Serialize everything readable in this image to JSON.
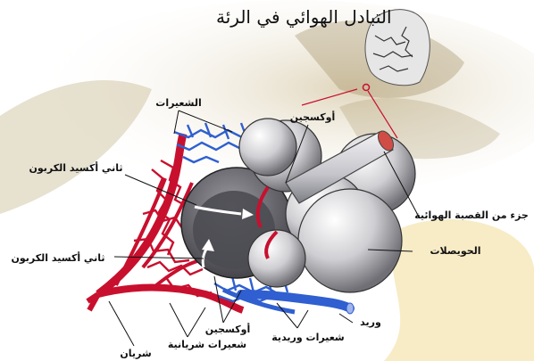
{
  "title": "التبادل الهوائي في الرئة",
  "labels": {
    "capillaries": "الشعيرات",
    "oxygen_top": "أوكسجين",
    "co2_upper": "ثاني أكسيد الكربون",
    "co2_lower": "ثاني أكسيد الكربون",
    "bronchiole": "جزء من القصبة الهوائية",
    "alveoli": "الحويصلات",
    "vein": "وريد",
    "venules": "شعيرات وريدية",
    "oxygen_bottom": "أوكسجين",
    "arterioles": "شعيرات شريانية",
    "artery": "شريان"
  },
  "colors": {
    "artery": "#c8102e",
    "vein": "#2f5fd0",
    "alveolus": "#d9d9dc",
    "background_sepia": "#c9b98f"
  }
}
